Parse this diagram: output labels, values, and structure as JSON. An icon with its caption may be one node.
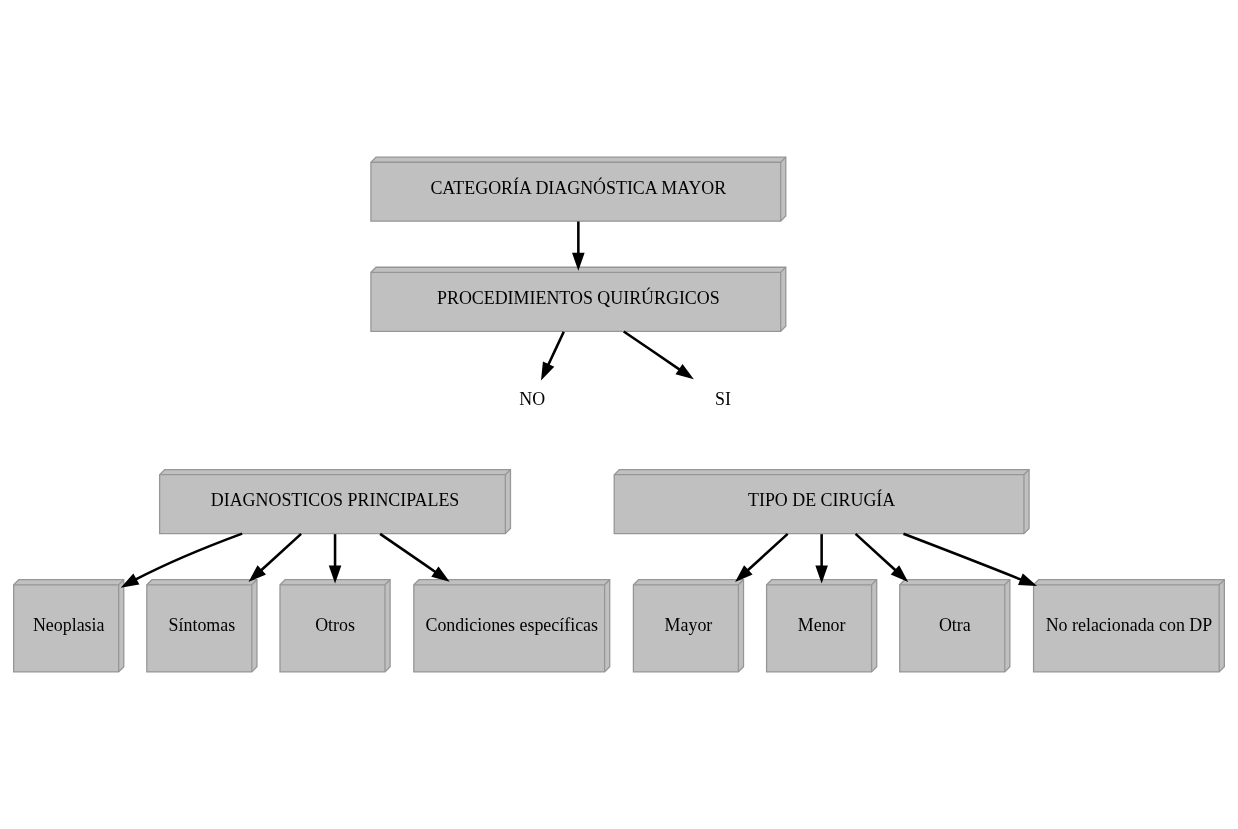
{
  "diagram": {
    "nodes": [
      {
        "text": [
          "CATEGORÍA DIAGNÓSTICA MAYOR"
        ]
      },
      {
        "text": [
          "PROCEDIMIENTOS QUIRÚRGICOS"
        ]
      },
      {
        "text": [
          "NO"
        ]
      },
      {
        "text": [
          "SI"
        ]
      },
      {
        "text": [
          "DIAGNOSTICOS PRINCIPALES"
        ]
      },
      {
        "text": [
          "TIPO DE CIRUGÍA"
        ]
      },
      {
        "text": [
          "Neoplasia"
        ]
      },
      {
        "text": [
          "Síntomas"
        ]
      },
      {
        "text": [
          "Otros"
        ]
      },
      {
        "text": [
          "Condiciones específicas"
        ]
      },
      {
        "text": [
          "Mayor"
        ]
      },
      {
        "text": [
          "Menor"
        ]
      },
      {
        "text": [
          "Otra"
        ]
      },
      {
        "text": [
          "No relacionada con DP"
        ]
      }
    ],
    "edges": [
      {
        "from": 0,
        "to": 1,
        "arrow": "to"
      },
      {
        "from": 1,
        "to": 2,
        "arrow": "to"
      },
      {
        "from": 1,
        "to": 3,
        "arrow": "to"
      },
      {
        "from": 4,
        "to": 6,
        "arrow": "to"
      },
      {
        "from": 4,
        "to": 7,
        "arrow": "to"
      },
      {
        "from": 4,
        "to": 8,
        "arrow": "to"
      },
      {
        "from": 4,
        "to": 9,
        "arrow": "to"
      },
      {
        "from": 5,
        "to": 10,
        "arrow": "to"
      },
      {
        "from": 5,
        "to": 11,
        "arrow": "to"
      },
      {
        "from": 5,
        "to": 12,
        "arrow": "to"
      },
      {
        "from": 5,
        "to": 13,
        "arrow": "to"
      }
    ]
  }
}
